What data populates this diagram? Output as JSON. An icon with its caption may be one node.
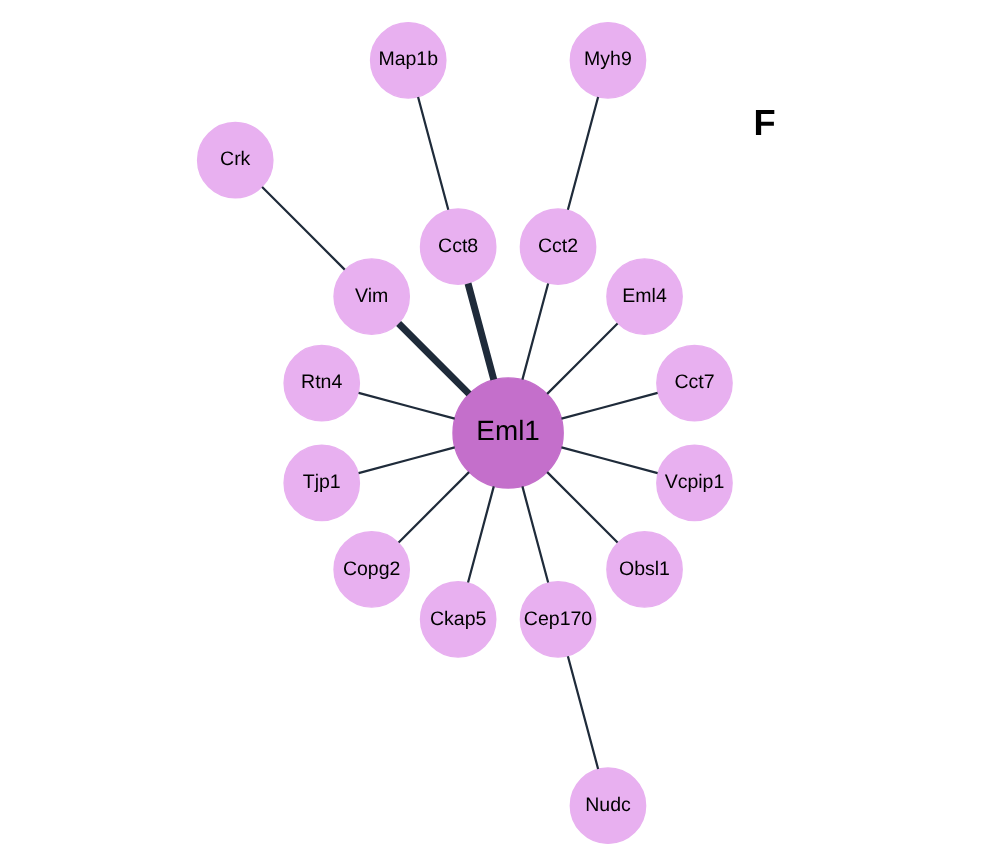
{
  "diagram": {
    "nodes": [
      {
        "text": [
          "Myh9"
        ]
      },
      {
        "text": [
          "Cct7"
        ]
      },
      {
        "text": [
          "Eml4"
        ]
      },
      {
        "text": [
          "Map1b"
        ]
      },
      {
        "text": [
          "Cct2"
        ]
      },
      {
        "text": [
          "Crk"
        ]
      },
      {
        "text": [
          "Cct8"
        ]
      },
      {
        "text": [
          "Vim"
        ]
      },
      {
        "text": [
          "Rtn4"
        ]
      },
      {
        "text": [
          "Eml1"
        ]
      },
      {
        "text": [
          "Tjp1"
        ]
      },
      {
        "text": [
          "Copg2"
        ]
      },
      {
        "text": [
          "Ckap5"
        ]
      },
      {
        "text": [
          "Cep170"
        ]
      },
      {
        "text": [
          "Obsl1"
        ]
      },
      {
        "text": [
          "Vcpip1"
        ]
      },
      {
        "text": [
          "Nudc"
        ]
      }
    ],
    "edges": [
      {
        "from": 9,
        "to": 4,
        "arrow": "none"
      },
      {
        "from": 4,
        "to": 0,
        "arrow": "none"
      },
      {
        "from": 9,
        "to": 1,
        "arrow": "none"
      },
      {
        "from": 9,
        "to": 2,
        "arrow": "none"
      },
      {
        "from": 9,
        "to": 7,
        "arrow": "none",
        "style": "thick"
      },
      {
        "from": 7,
        "to": 5,
        "arrow": "none"
      },
      {
        "from": 9,
        "to": 10,
        "arrow": "none"
      },
      {
        "from": 9,
        "to": 12,
        "arrow": "none"
      },
      {
        "from": 9,
        "to": 15,
        "arrow": "none"
      },
      {
        "from": 9,
        "to": 13,
        "arrow": "none"
      },
      {
        "from": 13,
        "to": 16,
        "arrow": "none"
      },
      {
        "from": 9,
        "to": 14,
        "arrow": "none"
      },
      {
        "from": 9,
        "to": 11,
        "arrow": "none"
      },
      {
        "from": 9,
        "to": 8,
        "arrow": "none"
      },
      {
        "from": 9,
        "to": 6,
        "arrow": "none",
        "style": "thick"
      },
      {
        "from": 6,
        "to": 3,
        "arrow": "none"
      }
    ],
    "labels": [
      "F"
    ]
  }
}
